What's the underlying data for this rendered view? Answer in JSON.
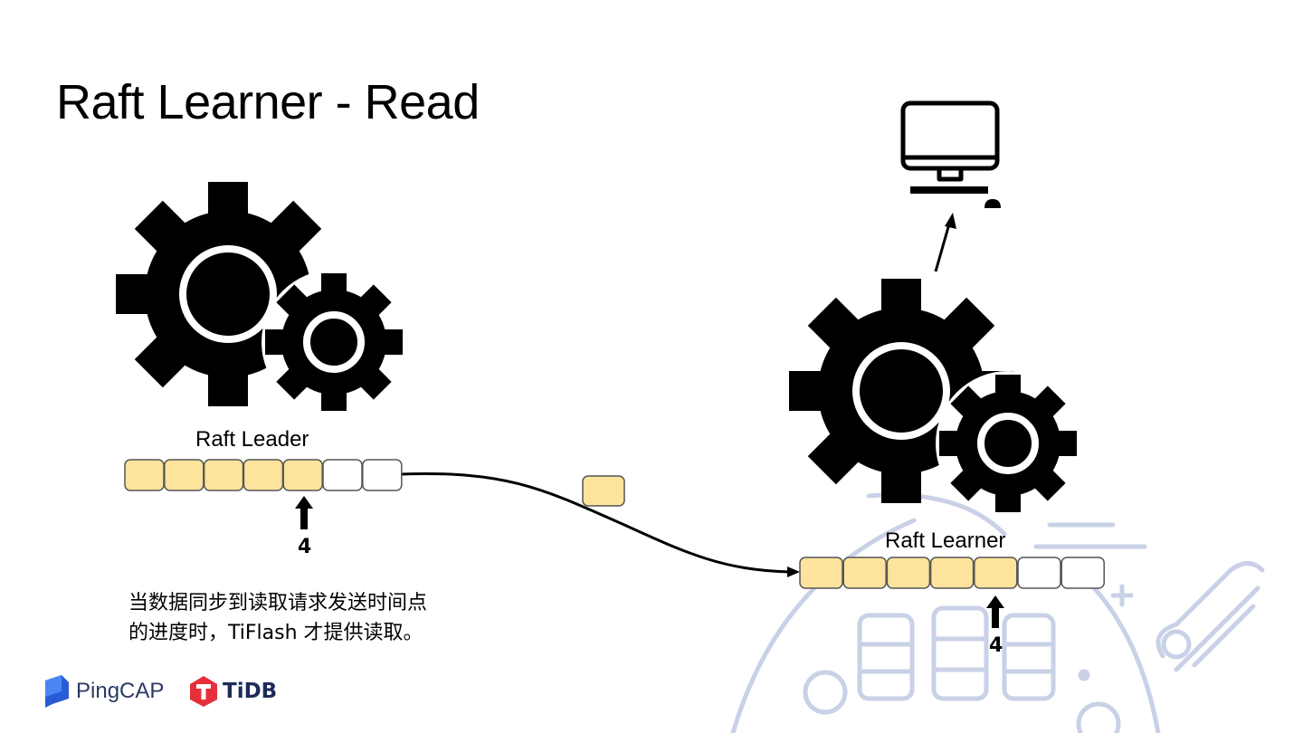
{
  "slide": {
    "title": "Raft Learner - Read"
  },
  "leader": {
    "label": "Raft Leader",
    "log_total": 7,
    "log_filled": 5,
    "index_label": "4"
  },
  "learner": {
    "label": "Raft Learner",
    "log_total": 7,
    "log_filled": 5,
    "index_label": "4"
  },
  "description": {
    "line1": "当数据同步到读取请求发送时间点",
    "line2": "的进度时，TiFlash 才提供读取。"
  },
  "logos": {
    "pingcap": "PingCAP",
    "tidb": "TiDB"
  },
  "icons": {
    "leader_gears": "gears-icon",
    "learner_gears": "gears-icon",
    "client": "computer-icon",
    "watermark": "database-cloud-watermark"
  },
  "colors": {
    "log_filled": "#fde39c",
    "log_empty": "#ffffff",
    "log_stroke": "#555555",
    "watermark": "#c9d1e6",
    "pingcap_blue": "#2a5bd7",
    "tidb_red": "#e5303b"
  }
}
